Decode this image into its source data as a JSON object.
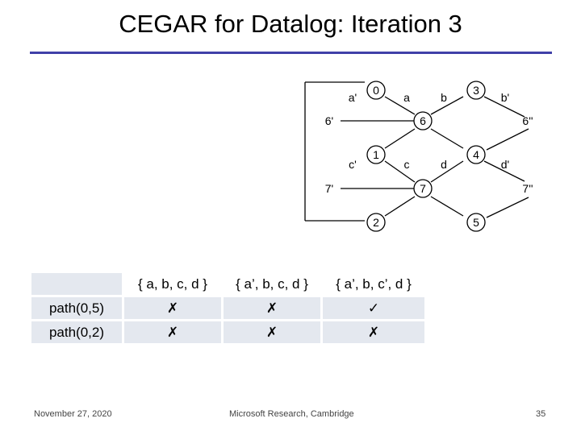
{
  "title": "CEGAR for Datalog: Iteration 3",
  "graph": {
    "nodes": [
      "0",
      "3",
      "6",
      "1",
      "4",
      "7",
      "2",
      "5"
    ],
    "edge_labels": [
      "a'",
      "a",
      "b",
      "b'",
      "6'",
      "6''",
      "c'",
      "c",
      "d",
      "d'",
      "7'",
      "7''"
    ]
  },
  "table": {
    "headers": [
      "{ a, b, c, d }",
      "{ a’, b, c, d }",
      "{ a’, b, c’, d }"
    ],
    "rows": [
      {
        "label": "path(0,5)",
        "cells": [
          "✗",
          "✗",
          "✓"
        ]
      },
      {
        "label": "path(0,2)",
        "cells": [
          "✗",
          "✗",
          "✗"
        ]
      }
    ]
  },
  "footer": {
    "date": "November 27, 2020",
    "center": "Microsoft Research, Cambridge",
    "page": "35"
  }
}
